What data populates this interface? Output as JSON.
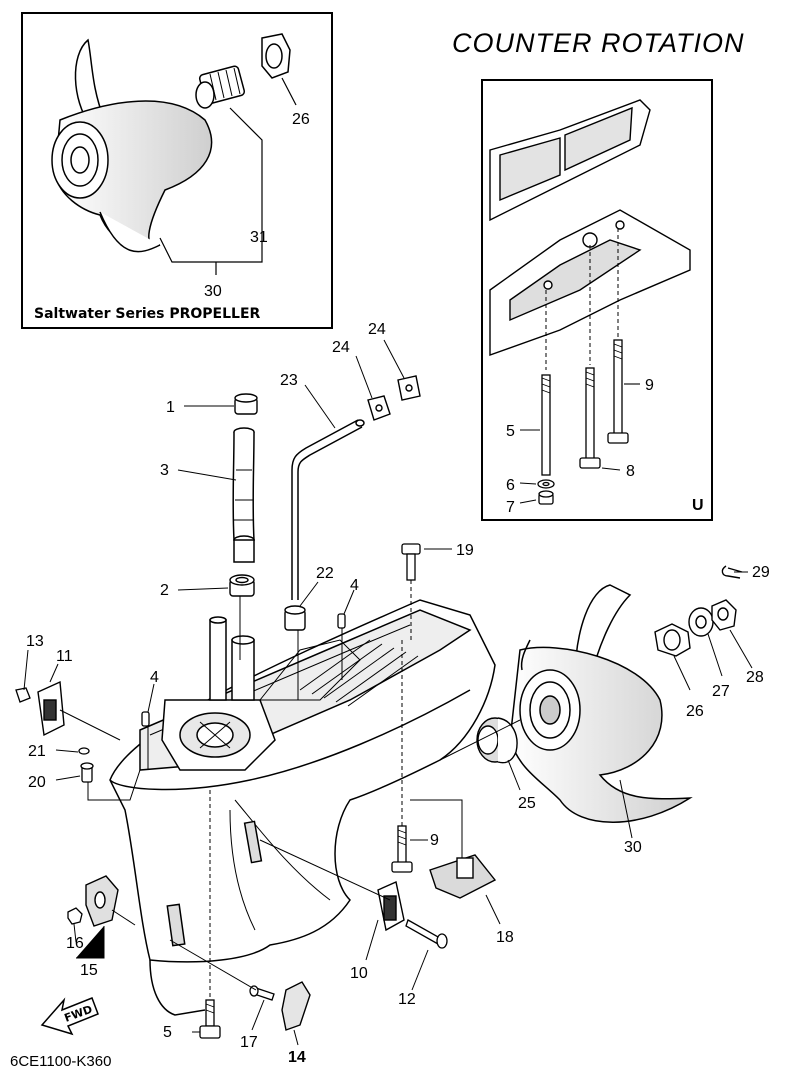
{
  "title": "COUNTER ROTATION",
  "drawing_code": "6CE1100-K360",
  "inset_left_caption": "Saltwater Series PROPELLER",
  "inset_right_marker": "U",
  "fwd_label": "FWD",
  "colors": {
    "line": "#000000",
    "background": "#ffffff",
    "shade": "#bcbcbc"
  },
  "callouts": {
    "c1": "1",
    "c2": "2",
    "c3": "3",
    "c4a": "4",
    "c4b": "4",
    "c5_inset": "5",
    "c5_main": "5",
    "c6": "6",
    "c7": "7",
    "c8": "8",
    "c9_inset": "9",
    "c9_main": "9",
    "c10": "10",
    "c11": "11",
    "c12": "12",
    "c13": "13",
    "c14": "14",
    "c15": "15",
    "c16": "16",
    "c17": "17",
    "c18": "18",
    "c19": "19",
    "c20": "20",
    "c21": "21",
    "c22": "22",
    "c23": "23",
    "c24a": "24",
    "c24b": "24",
    "c25": "25",
    "c26_inset": "26",
    "c26_main": "26",
    "c27": "27",
    "c28": "28",
    "c29": "29",
    "c30_inset": "30",
    "c30_main": "30",
    "c31": "31"
  }
}
